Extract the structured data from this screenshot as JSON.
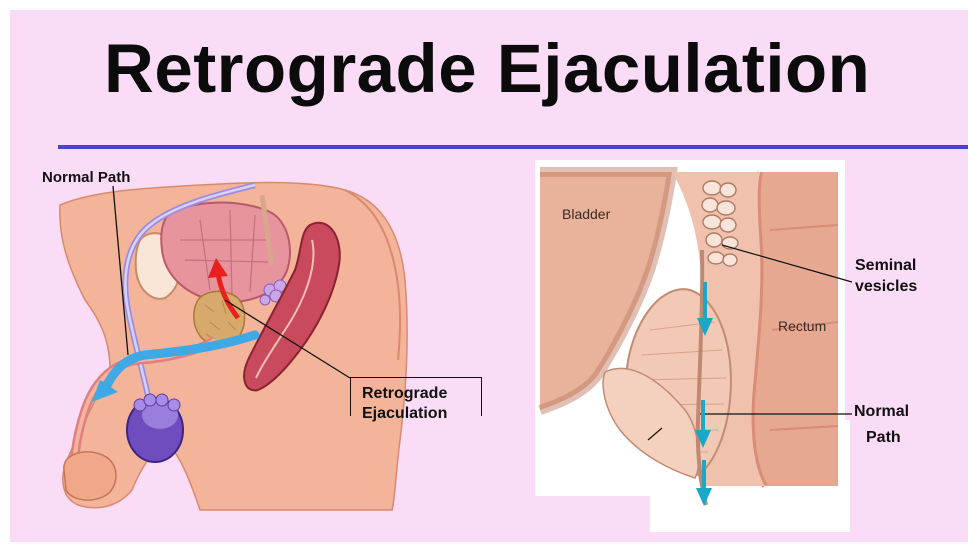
{
  "title": "Retrograde Ejaculation",
  "left_diagram": {
    "normal_path_label": "Normal Path",
    "retrograde_label_line1": "Retrograde",
    "retrograde_label_line2": "Ejaculation"
  },
  "right_diagram": {
    "bladder_label": "Bladder",
    "rectum_label": "Rectum",
    "seminal_label_line1": "Seminal",
    "seminal_label_line2": "vesicles",
    "normal_path_line1": "Normal",
    "normal_path_line2": "Path"
  },
  "colors": {
    "background": "#fbdcf6",
    "title_rule": "#4549c8",
    "normal_path_arrow": "#3fa9e6",
    "retrograde_arrow": "#e8201e",
    "right_path_arrow": "#19a8c8"
  }
}
